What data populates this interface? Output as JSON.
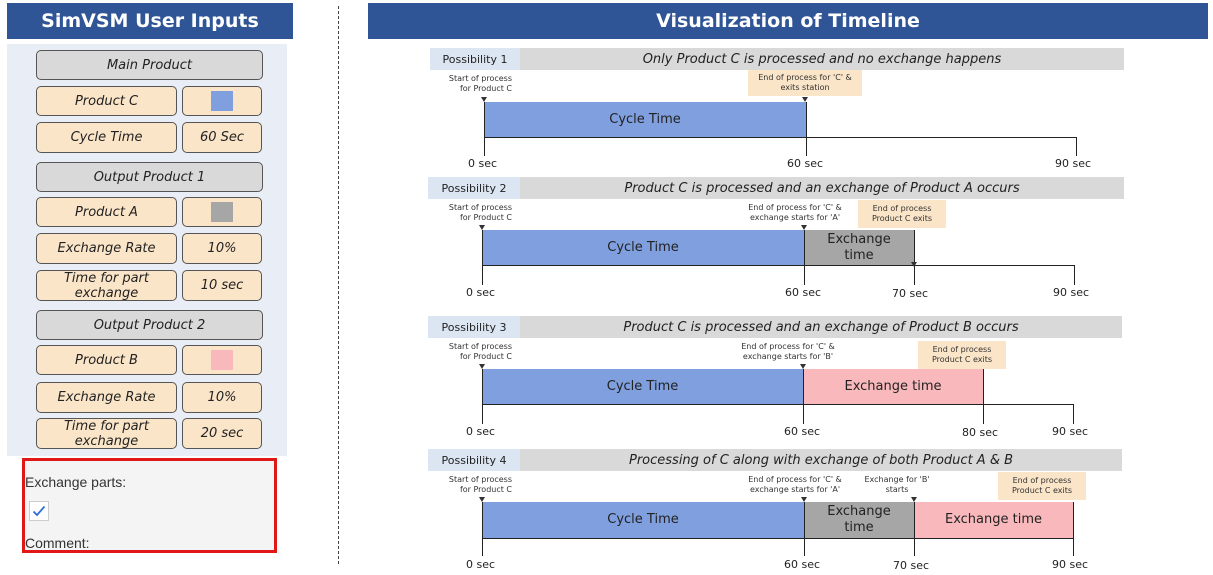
{
  "left": {
    "title": "SimVSM User Inputs",
    "main_product": "Main Product",
    "product_c": "Product C",
    "cycle_time_label": "Cycle Time",
    "cycle_time_value": "60 Sec",
    "output1": "Output Product 1",
    "product_a": "Product A",
    "rate_label": "Exchange Rate",
    "rate_a": "10%",
    "time_label": "Time for part exchange",
    "time_a": "10 sec",
    "output2": "Output Product 2",
    "product_b": "Product B",
    "rate_b": "10%",
    "time_b": "20 sec",
    "colors": {
      "product_c": "#7f9fdf",
      "product_a": "#a6a6a6",
      "product_b": "#f9b9bc"
    }
  },
  "form": {
    "exchange_label": "Exchange parts:",
    "exchange_checked": true,
    "comment_label": "Comment:"
  },
  "right": {
    "title": "Visualization of Timeline",
    "p1": {
      "tag": "Possibility 1",
      "desc": "Only Product C is processed and no exchange happens",
      "start_note": "Start of process for Product C",
      "end_note": "End of process for 'C' & exits station",
      "cycle": "Cycle Time",
      "t0": "0 sec",
      "t1": "60 sec",
      "t2": "90 sec"
    },
    "p2": {
      "tag": "Possibility 2",
      "desc": "Product C is processed and an exchange of Product A occurs",
      "start_note": "Start of process for Product C",
      "mid_note": "End of process for 'C' & exchange starts for 'A'",
      "end_note": "End of process Product C exits",
      "cycle": "Cycle Time",
      "exchange": "Exchange time",
      "t0": "0 sec",
      "t1": "60 sec",
      "t2": "70 sec",
      "t3": "90 sec"
    },
    "p3": {
      "tag": "Possibility 3",
      "desc": "Product C is processed and an exchange of Product B occurs",
      "start_note": "Start of process for Product C",
      "mid_note": "End of process for 'C' & exchange starts for 'B'",
      "end_note": "End of process Product C exits",
      "cycle": "Cycle Time",
      "exchange": "Exchange  time",
      "t0": "0 sec",
      "t1": "60 sec",
      "t2": "80 sec",
      "t3": "90 sec"
    },
    "p4": {
      "tag": "Possibility 4",
      "desc": "Processing of C  along with exchange of both Product A & B",
      "start_note": "Start of process for Product C",
      "mid_note": "End of process for 'C' & exchange starts for 'A'",
      "mid2_note": "Exchange for 'B' starts",
      "end_note": "End of process Product C exits",
      "cycle": "Cycle Time",
      "exchange_a": "Exchange time",
      "exchange_b": "Exchange  time",
      "t0": "0 sec",
      "t1": "60 sec",
      "t2": "70 sec",
      "t3": "90 sec"
    }
  }
}
